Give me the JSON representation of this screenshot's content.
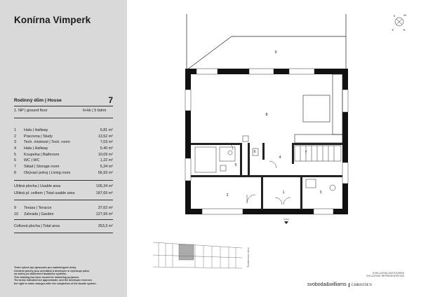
{
  "project": {
    "title": "Konírna Vimperk"
  },
  "house": {
    "title": "Rodinný dům | House",
    "number": "7",
    "floor": "1. NP | ground floor",
    "type": "6+kk | 5 bdrm"
  },
  "rooms": [
    {
      "no": "1",
      "name": "Hala | Hallway",
      "area": "6,81 m²"
    },
    {
      "no": "2",
      "name": "Pracovna | Study",
      "area": "13,52 m²"
    },
    {
      "no": "3",
      "name": "Tech. místnost | Tech. room",
      "area": "7,03 m²"
    },
    {
      "no": "4",
      "name": "Hala | Hallway",
      "area": "5,40 m²"
    },
    {
      "no": "5",
      "name": "Koupelna | Bathroom",
      "area": "10,09 m²"
    },
    {
      "no": "6",
      "name": "WC | WC",
      "area": "1,22 m²"
    },
    {
      "no": "7",
      "name": "Sklad | Storage room",
      "area": "5,34 m²"
    },
    {
      "no": "8",
      "name": "Obývací pokoj | Living room",
      "area": "56,93 m²"
    }
  ],
  "usable": {
    "name": "Užitná plocha | Usable area",
    "area": "106,34 m²"
  },
  "total_usable": {
    "name": "Užitná pl. celkem | Total usable area",
    "area": "187,69 m²"
  },
  "outdoor": [
    {
      "no": "9",
      "name": "Terasa | Teracce",
      "area": "37,62 m²"
    },
    {
      "no": "10",
      "name": "Zahrada | Garden",
      "area": "127,99 m²"
    }
  ],
  "total": {
    "name": "Celková plocha | Total area",
    "area": "353,3 m²"
  },
  "disclaimer": [
    "Tento výkres byl zpracován pro marketingové účely.",
    "Uvedené plochy jsou orientační a developer si vyhrazuje právo",
    "na změny po dokončení fasádního systému.",
    "This drawing has been issued for marketing purposes.",
    "The areas indicated are approximate, and the developer reserves",
    "the right to make changes after the completion of the facade system."
  ],
  "plan": {
    "room_labels": [
      "1",
      "2",
      "3",
      "4",
      "5",
      "6",
      "7",
      "8",
      "9"
    ],
    "street": "Šmaterova ulice",
    "compass": {
      "n": "N",
      "s": "S",
      "e": "E",
      "w": "W"
    }
  },
  "agency": {
    "line1": "EXKLUZIVNÍ ZASTOUPENÍ",
    "line2": "EXCLUSIVE REPRESENTATION",
    "brand": "svoboda&williams",
    "partner": "CHRISTIE'S"
  }
}
